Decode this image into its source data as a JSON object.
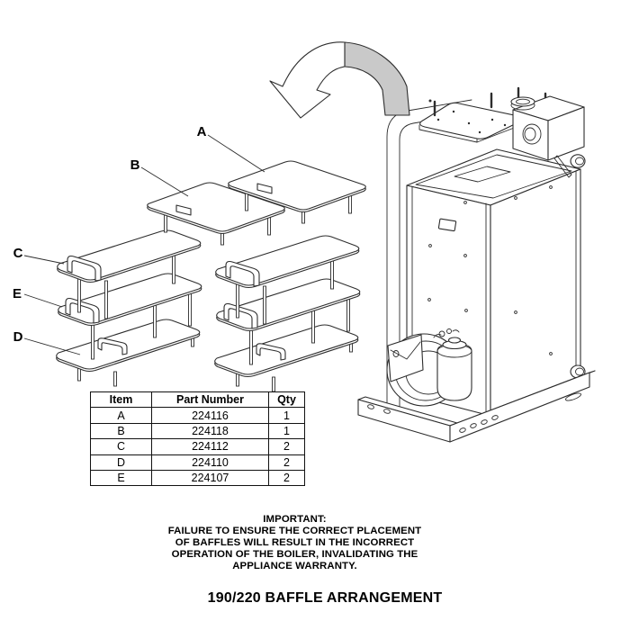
{
  "document": {
    "title": "190/220 BAFFLE ARRANGEMENT",
    "warning": {
      "heading": "IMPORTANT:",
      "line1": "FAILURE TO ENSURE THE CORRECT PLACEMENT",
      "line2": "OF BAFFLES WILL RESULT IN THE INCORRECT",
      "line3": "OPERATION OF THE BOILER, INVALIDATING THE",
      "line4": "APPLIANCE WARRANTY."
    }
  },
  "diagram": {
    "baffle_labels": {
      "a": "A",
      "b": "B",
      "c": "C",
      "d": "D",
      "e": "E"
    },
    "colors": {
      "line": "#2d2d2d",
      "arrow_shade": "#c9c9c9",
      "paper": "#ffffff"
    }
  },
  "parts_table": {
    "headers": {
      "item": "Item",
      "part_number": "Part Number",
      "qty": "Qty"
    },
    "rows": [
      {
        "item": "A",
        "part_number": "224116",
        "qty": "1"
      },
      {
        "item": "B",
        "part_number": "224118",
        "qty": "1"
      },
      {
        "item": "C",
        "part_number": "224112",
        "qty": "2"
      },
      {
        "item": "D",
        "part_number": "224110",
        "qty": "2"
      },
      {
        "item": "E",
        "part_number": "224107",
        "qty": "2"
      }
    ]
  }
}
